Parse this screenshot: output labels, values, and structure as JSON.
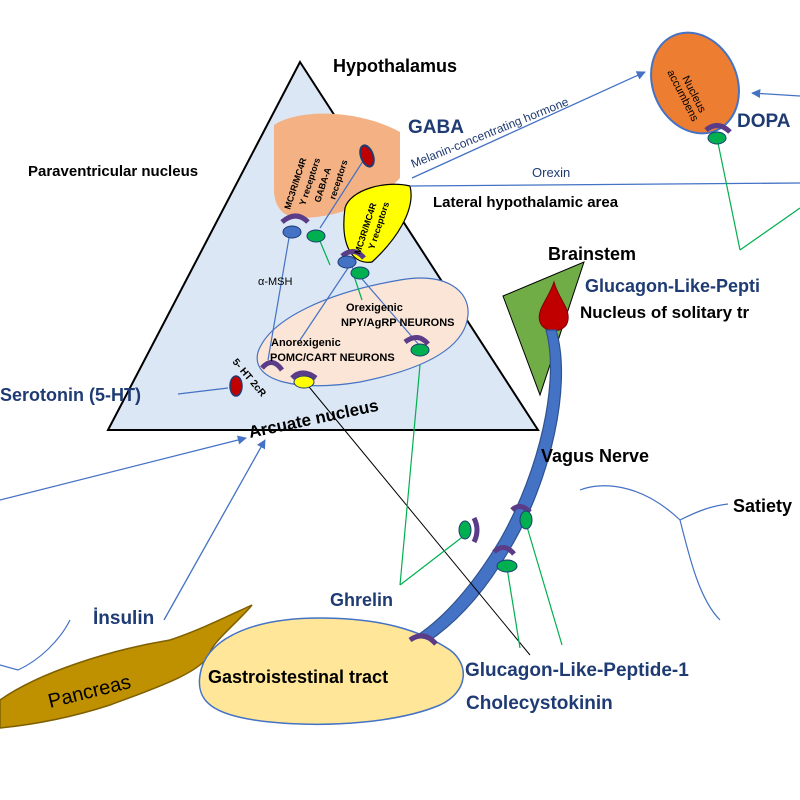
{
  "labels": {
    "hypothalamus": "Hypothalamus",
    "gaba": "GABA",
    "melanin": "Melanin-concentrating hormone",
    "nucleus_accumbens_line1": "Nucleus",
    "nucleus_accumbens_line2": "accumbens",
    "dopa": "DOPA",
    "paraventricular": "Paraventricular nucleus",
    "orexin": "Orexin",
    "lateral_hypothalamic": "Lateral hypothalamic area",
    "receptor_orange_1": "MC3R/MC4R",
    "receptor_orange_2": "Y receptors",
    "receptor_orange_3": "GABA-A",
    "receptor_orange_4": "receptors",
    "receptor_yellow_1": "MC3R/MC4R",
    "receptor_yellow_2": "Y receptors",
    "brainstem": "Brainstem",
    "glp1_top": "Glucagon-Like-Pepti",
    "nucleus_solitary": "Nucleus of solitary tr",
    "alpha_msh": "α-MSH",
    "orexigenic_1": "Orexigenic",
    "orexigenic_2": "NPY/AgRP NEURONS",
    "anorexigenic_1": "Anorexigenic",
    "anorexigenic_2": "POMC/CART NEURONS",
    "ht2cr": "5- HT 2cR",
    "serotonin": "Serotonin (5-HT)",
    "arcuate": "Arcuate nucleus",
    "vagus": "Vagus Nerve",
    "satiety": "Satiety",
    "insulin": "İnsulin",
    "ghrelin": "Ghrelin",
    "pancreas": "Pancreas",
    "gi_tract": "Gastroistestinal tract",
    "glp1_bottom": "Glucagon-Like-Peptide-1",
    "cholecystokinin": "Cholecystokinin"
  },
  "colors": {
    "triangle_fill": "#dbe7f5",
    "orange_region": "#f4b183",
    "yellow_region": "#ffff00",
    "arcuate_fill": "#fbe5d6",
    "nucleus_accumbens": "#ed7d31",
    "brainstem_green": "#70ad47",
    "pancreas": "#bf9000",
    "gi_tract": "#ffe699",
    "vagus": "#4472c4",
    "arrow_blue": "#4472c4",
    "receptor_purple": "#5b3c88",
    "receptor_green": "#00b050",
    "receptor_blue": "#4472c4",
    "receptor_red": "#c00000",
    "text_navy": "#1f3b73"
  }
}
